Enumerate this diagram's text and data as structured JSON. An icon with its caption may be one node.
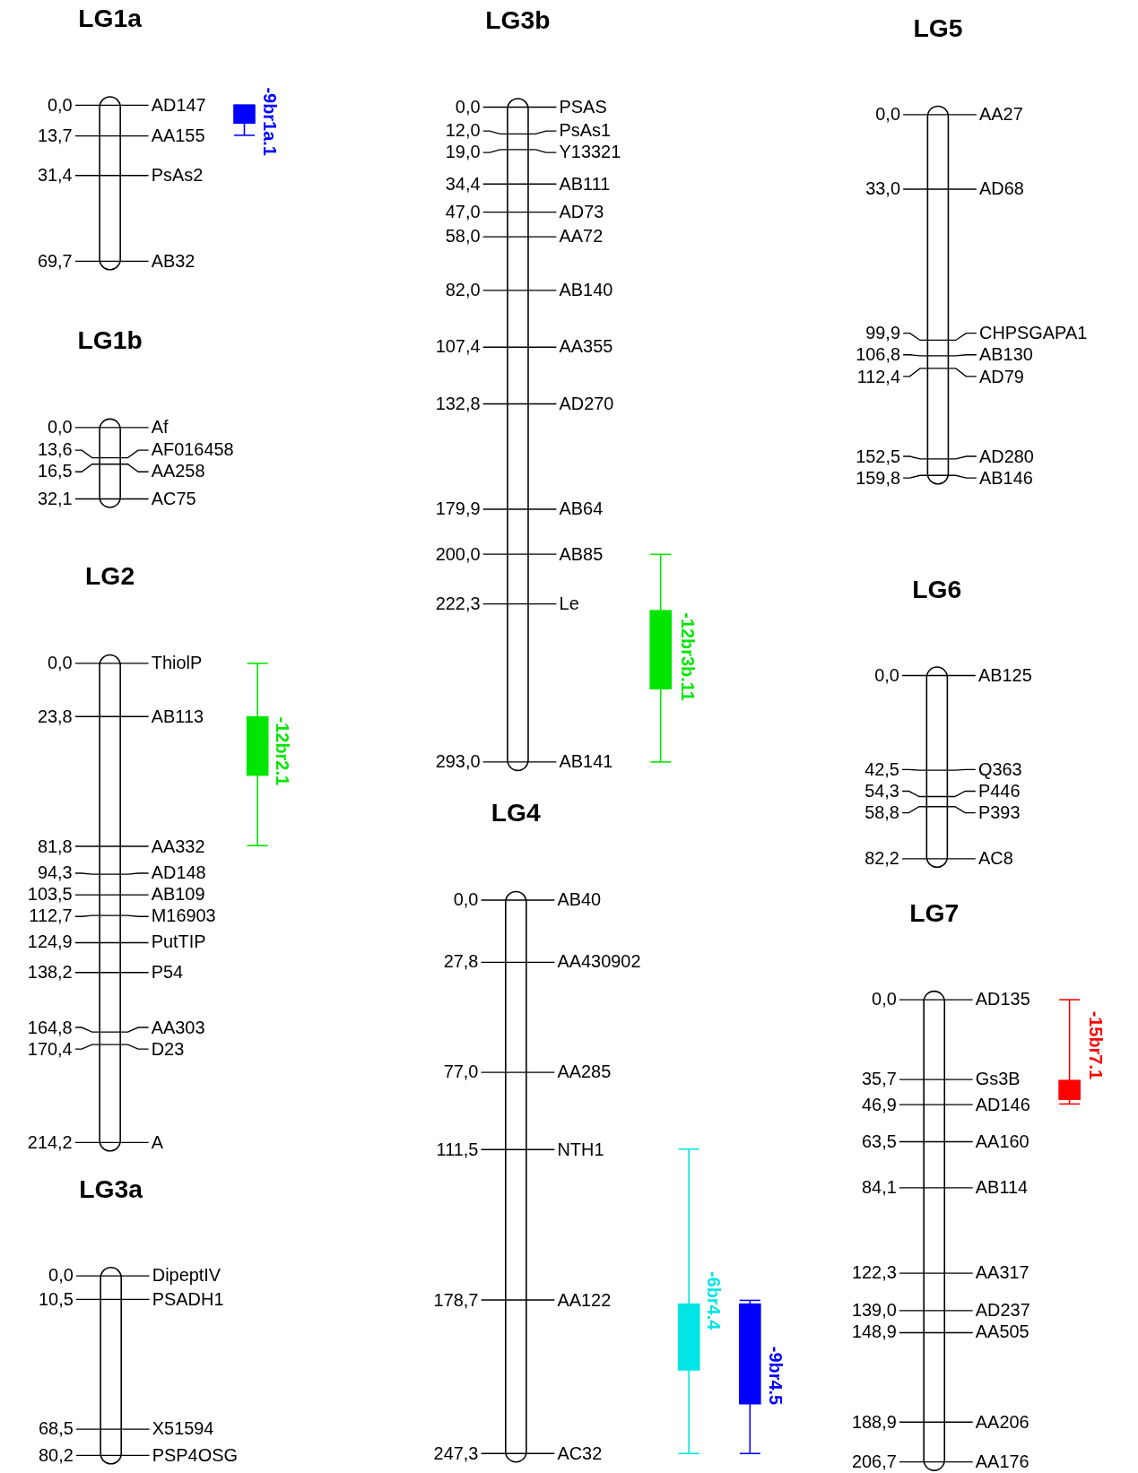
{
  "diagram": {
    "nodes": [
      {
        "text": [
          "LG1a"
        ],
        "beside": [
          "0,0",
          "AD147",
          "13,7",
          "AA155",
          "31,4",
          "PsAs2",
          "69,7",
          "AB32"
        ]
      },
      {
        "text": [
          "LG1b"
        ],
        "beside": [
          "0,0",
          "Af",
          "13,6",
          "AF016458",
          "16,5",
          "AA258",
          "32,1",
          "AC75"
        ]
      },
      {
        "text": [
          "LG2"
        ],
        "beside": [
          "0,0",
          "ThiolP",
          "23,8",
          "AB113",
          "81,8",
          "AA332",
          "94,3",
          "AD148",
          "103,5",
          "AB109",
          "112,7",
          "M16903",
          "124,9",
          "PutTIP",
          "138,2",
          "P54",
          "164,8",
          "AA303",
          "170,4",
          "D23",
          "214,2",
          "A"
        ]
      },
      {
        "text": [
          "LG3a"
        ],
        "beside": [
          "0,0",
          "DipeptIV",
          "10,5",
          "PSADH1",
          "68,5",
          "X51594",
          "80,2",
          "PSP4OSG"
        ]
      },
      {
        "text": [
          "LG3b"
        ],
        "beside": [
          "0,0",
          "PSAS",
          "12,0",
          "PsAs1",
          "19,0",
          "Y13321",
          "34,4",
          "AB111",
          "47,0",
          "AD73",
          "58,0",
          "AA72",
          "82,0",
          "AB140",
          "107,4",
          "AA355",
          "132,8",
          "AD270",
          "179,9",
          "AB64",
          "200,0",
          "AB85",
          "222,3",
          "Le",
          "293,0",
          "AB141"
        ]
      },
      {
        "text": [
          "LG4"
        ],
        "beside": [
          "0,0",
          "AB40",
          "27,8",
          "AA430902",
          "77,0",
          "AA285",
          "111,5",
          "NTH1",
          "178,7",
          "AA122",
          "247,3",
          "AC32"
        ]
      },
      {
        "text": [
          "LG5"
        ],
        "beside": [
          "0,0",
          "AA27",
          "33,0",
          "AD68",
          "99,9",
          "CHPSGAPA1",
          "106,8",
          "AB130",
          "112,4",
          "AD79",
          "152,5",
          "AD280",
          "159,8",
          "AB146"
        ]
      },
      {
        "text": [
          "LG6"
        ],
        "beside": [
          "0,0",
          "AB125",
          "42,5",
          "Q363",
          "54,3",
          "P446",
          "58,8",
          "P393",
          "82,2",
          "AC8"
        ]
      },
      {
        "text": [
          "LG7"
        ],
        "beside": [
          "0,0",
          "AD135",
          "35,7",
          "Gs3B",
          "46,9",
          "AD146",
          "63,5",
          "AA160",
          "84,1",
          "AB114",
          "122,3",
          "AA317",
          "139,0",
          "AD237",
          "148,9",
          "AA505",
          "188,9",
          "AA206",
          "206,7",
          "AA176"
        ]
      },
      {
        "text": [
          "-9br1a.1"
        ]
      },
      {
        "text": [
          "-12br2.1"
        ]
      },
      {
        "text": [
          "-12br3b.11"
        ]
      },
      {
        "text": [
          "-6br4.4"
        ]
      },
      {
        "text": [
          "-9br4.5"
        ]
      },
      {
        "text": [
          "-15br7.1"
        ]
      }
    ]
  }
}
